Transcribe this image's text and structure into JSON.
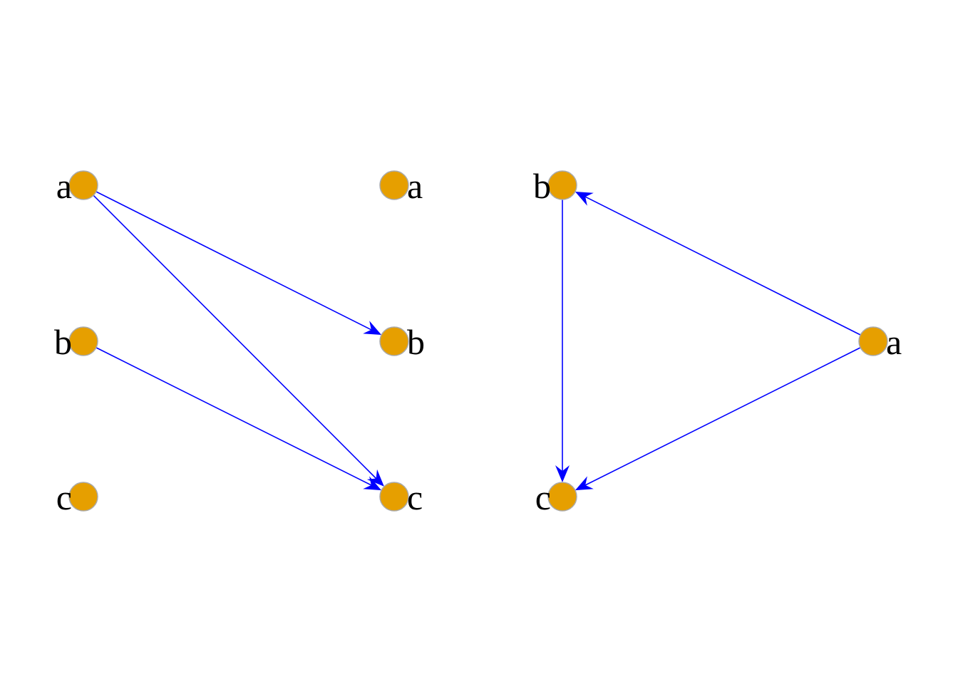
{
  "colors": {
    "node_fill": "#E69F00",
    "node_stroke": "#AAAAAA",
    "edge": "#0000FF",
    "label": "#000000",
    "background": "#FFFFFF"
  },
  "graphs": [
    {
      "id": "bipartite",
      "nodes": [
        {
          "id": "left-a",
          "label": "a"
        },
        {
          "id": "left-b",
          "label": "b"
        },
        {
          "id": "left-c",
          "label": "c"
        },
        {
          "id": "right-a",
          "label": "a"
        },
        {
          "id": "right-b",
          "label": "b"
        },
        {
          "id": "right-c",
          "label": "c"
        }
      ],
      "edges": [
        {
          "from": "left-a",
          "to": "right-b"
        },
        {
          "from": "left-a",
          "to": "right-c"
        },
        {
          "from": "left-b",
          "to": "right-c"
        }
      ]
    },
    {
      "id": "triangle",
      "nodes": [
        {
          "id": "b",
          "label": "b"
        },
        {
          "id": "a",
          "label": "a"
        },
        {
          "id": "c",
          "label": "c"
        }
      ],
      "edges": [
        {
          "from": "a",
          "to": "b"
        },
        {
          "from": "a",
          "to": "c"
        },
        {
          "from": "b",
          "to": "c"
        }
      ]
    }
  ]
}
